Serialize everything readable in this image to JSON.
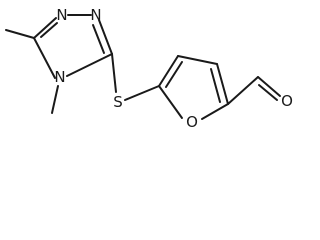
{
  "molecule": {
    "atoms": {
      "n_top_left": "N",
      "n_top_right": "N",
      "n_ring_lower": "N",
      "sulfur": "S",
      "oxygen_furan": "O",
      "oxygen_carbonyl": "O"
    }
  },
  "colors": {
    "ink": "#1a1a1a",
    "background": "#ffffff"
  }
}
